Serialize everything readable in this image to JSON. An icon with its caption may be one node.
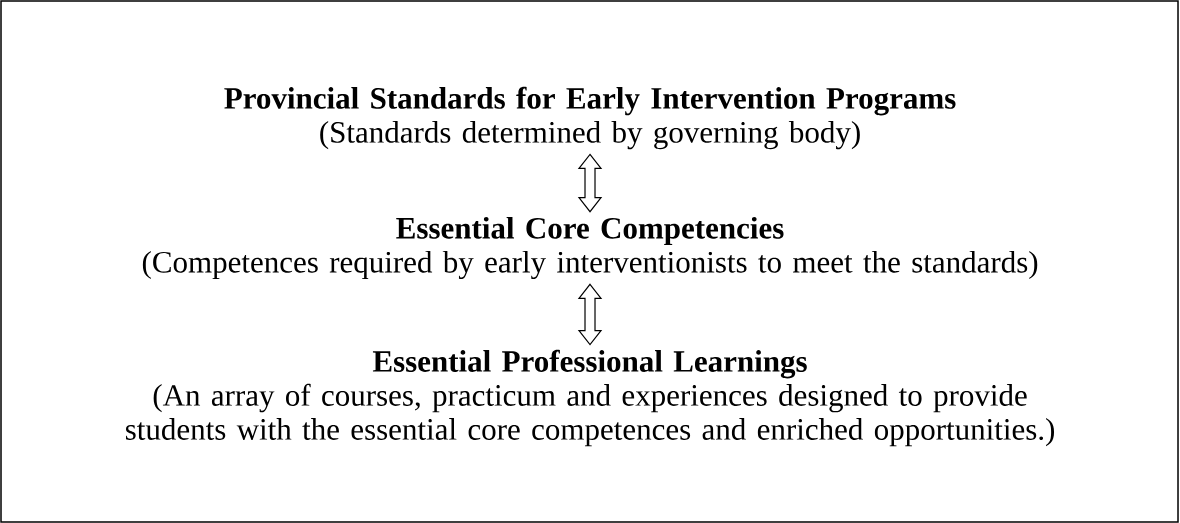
{
  "diagram": {
    "nodes": [
      {
        "text": [
          "Provincial Standards for Early Intervention Programs",
          "(Standards determined by governing body)"
        ]
      },
      {
        "text": [
          "Essential Core Competencies",
          "(Competences required by early interventionists to meet the standards)"
        ]
      },
      {
        "text": [
          "Essential Professional Learnings",
          "(An array of courses, practicum and experiences designed to provide students with the essential core competences and enriched opportunities.)"
        ]
      }
    ],
    "edges": [
      {
        "from": 0,
        "to": 1,
        "arrow": "both"
      },
      {
        "from": 1,
        "to": 2,
        "arrow": "both"
      }
    ]
  }
}
